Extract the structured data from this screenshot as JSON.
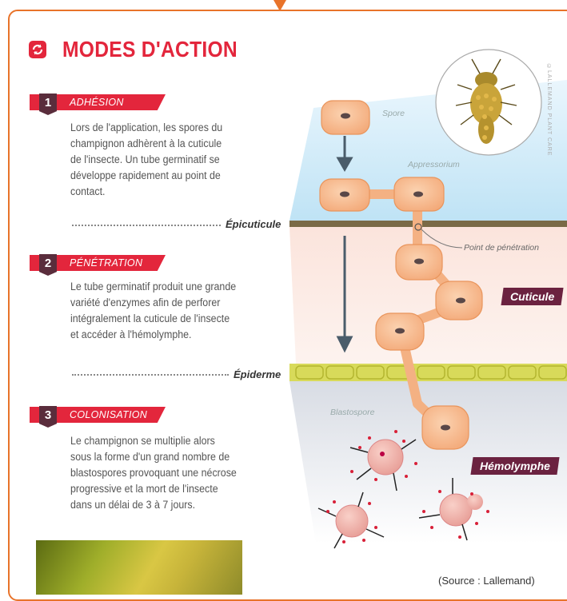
{
  "title": "MODES D'ACTION",
  "steps": [
    {
      "number": "1",
      "label": "ADHÉSION",
      "lines": [
        "Lors de l'application, les spores du",
        "champignon adhèrent à la cuticule",
        "de l'insecte. Un tube germinatif se",
        "développe rapidement au point de",
        "contact."
      ]
    },
    {
      "number": "2",
      "label": "PÉNÉTRATION",
      "lines": [
        "Le tube germinatif produit une grande",
        "variété d'enzymes afin de perforer",
        "intégralement la cuticule de l'insecte",
        "et accéder à l'hémolymphe."
      ]
    },
    {
      "number": "3",
      "label": "COLONISATION",
      "lines": [
        "Le champignon se multiplie alors",
        "sous la forme d'un grand nombre de",
        "blastospores provoquant une nécrose",
        "progressive et la mort de l'insecte",
        "dans un délai de 3 à 7 jours."
      ]
    }
  ],
  "layers": {
    "epicuticule": "Épicuticule",
    "epiderme": "Épiderme"
  },
  "tags": {
    "cuticule": "Cuticule",
    "hemolymphe": "Hémolymphe"
  },
  "annotations": {
    "spore": "Spore",
    "appressorium": "Appressorium",
    "penetration": "Point de pénétration",
    "blastospore": "Blastospore"
  },
  "vertical_credit": "©LALLEMAND PLANT CARE",
  "source": "(Source : Lallemand)",
  "colors": {
    "accent": "#e3263c",
    "frame": "#e8732a",
    "tag": "#6b2240",
    "cell": "#f4b183"
  }
}
